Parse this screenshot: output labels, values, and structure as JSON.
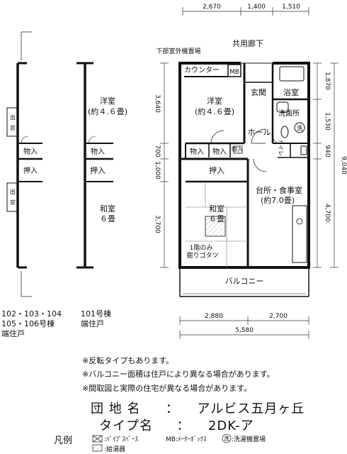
{
  "dimensions": {
    "top": [
      "2,670",
      "1,400",
      "1,510"
    ],
    "right_outer": [
      "1,870",
      "1,530",
      "940"
    ],
    "right_total": "9,040",
    "right_lower": "4,700",
    "left": [
      "3,640",
      "700",
      "1,000",
      "3,700"
    ],
    "bottom": [
      "2,880",
      "2,700"
    ],
    "bottom_total": "5,580"
  },
  "labels": {
    "corridor": "共用廊下",
    "outdoor_unit": "下部室外機置場",
    "counter": "カウンター",
    "mb": "MB",
    "entrance": "玄関",
    "bath": "浴室",
    "western_room_name": "洋室",
    "western_room_size": "(約４.６畳)",
    "washroom": "洗面所",
    "wash_mark": "洗",
    "hall": "ホール",
    "toilet": "トイレ",
    "storage": "物入",
    "oshiire": "押入",
    "japanese_room_name": "和室",
    "japanese_room_size": "６畳",
    "kitchen_name": "台所・食事室",
    "kitchen_size": "(約7.0畳)",
    "kotatsu_1": "1階のみ",
    "kotatsu_2": "掘りゴタツ",
    "balcony": "バルコニー",
    "window": "窓",
    "exit": "出"
  },
  "variant_captions": {
    "a_line1": "102・103・104",
    "a_line2": "105・106号棟",
    "a_line3": "端住戸",
    "b_line1": "101号棟",
    "b_line2": "端住戸"
  },
  "notes": [
    "※反転タイプもあります。",
    "※バルコニー面積は住戸により異なる場合があります。",
    "※間取図と実際の住宅が異なる場合があります。"
  ],
  "property": {
    "name_label": "団 地 名",
    "name_sep": "：",
    "name_value": "アルビス五月ヶ丘",
    "type_label": "タイプ名",
    "type_sep": "：",
    "type_value": "2DK-ア"
  },
  "legend": {
    "title": "凡例",
    "pipe_space": ":ﾊﾟｲﾌﾟｽﾍﾟｰｽ",
    "meter_box": "MB:ﾒｰﾀｰﾎﾞｯｸｽ",
    "wash_mark": "洗",
    "laundry": ":洗濯機置場",
    "water_heater": ":給湯器"
  }
}
